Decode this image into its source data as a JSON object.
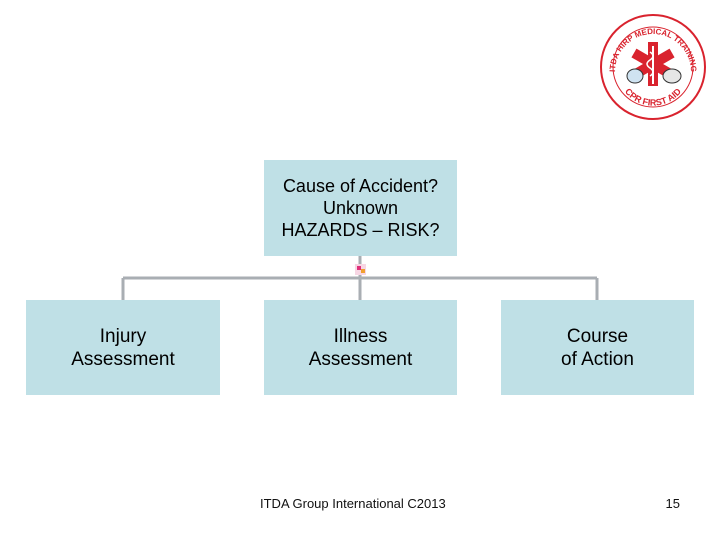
{
  "logo": {
    "ring_text": "ITDA HIRP MEDICAL TRAINING",
    "bottom_text": "CPR FIRST AID"
  },
  "org_chart": {
    "root": {
      "label": "Cause of Accident?\nUnknown\nHAZARDS – RISK?"
    },
    "children": [
      {
        "label": "Injury\nAssessment"
      },
      {
        "label": "Illness\nAssessment"
      },
      {
        "label": "Course\nof Action"
      }
    ]
  },
  "footer": {
    "text": "ITDA Group International C2013",
    "page_number": "15"
  },
  "colors": {
    "box_fill": "#bfe0e6",
    "connector": "#a9aeb3",
    "logo_red": "#d9232e"
  }
}
